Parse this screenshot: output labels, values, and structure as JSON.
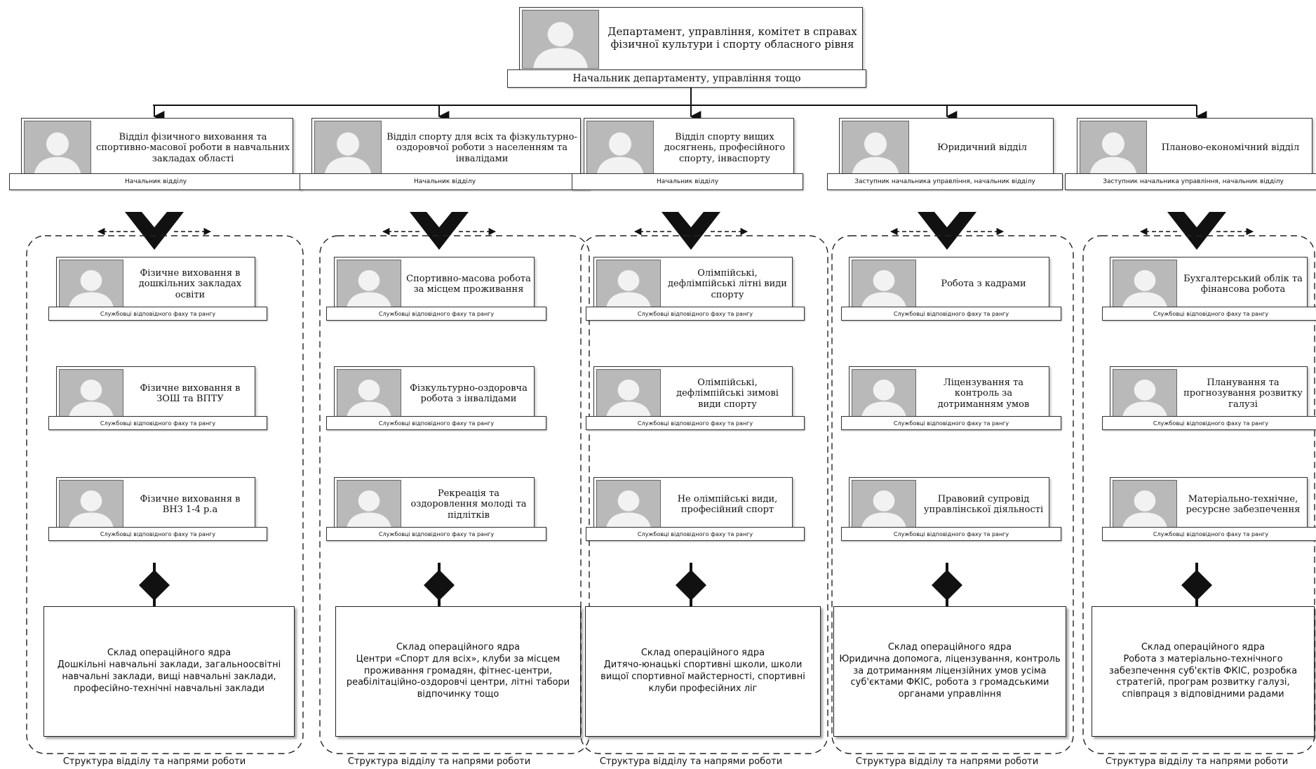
{
  "top": {
    "title": "Департамент, управління, комітет в справах фізичної культури і спорту обласного рівня",
    "role": "Начальник департаменту, управління тощо"
  },
  "columns": [
    {
      "head": {
        "title": "Відділ фізичного виховання та спортивно-масової роботи в навчальних закладах області",
        "role": "Начальник відділу"
      },
      "units": [
        {
          "title": "Фізичне виховання в дошкільних закладах освіти",
          "role": "Службовці відповідного фаху та рангу"
        },
        {
          "title": "Фізичне виховання в ЗОШ та ВПТУ",
          "role": "Службовці відповідного фаху та рангу"
        },
        {
          "title": "Фізичне виховання в ВНЗ 1-4 р.а",
          "role": "Службовці відповідного фаху та рангу"
        }
      ],
      "core": {
        "title": "Склад операційного ядра",
        "text": "Дошкільні навчальні заклади, загальноосвітні навчальні заклади, вищі навчальні заклади, професійно-технічні навчальні заклади"
      },
      "caption": "Структура відділу та напрями роботи"
    },
    {
      "head": {
        "title": "Відділ спорту для всіх та фізкультурно-оздоровчої роботи з населенням та інвалідами",
        "role": "Начальник відділу"
      },
      "units": [
        {
          "title": "Спортивно-масова робота за місцем проживання",
          "role": "Службовці відповідного фаху та рангу"
        },
        {
          "title": "Фізкультурно-оздоровча робота з інвалідами",
          "role": "Службовці відповідного фаху та рангу"
        },
        {
          "title": "Рекреація та оздоровлення молоді та підлітків",
          "role": "Службовці відповідного фаху та рангу"
        }
      ],
      "core": {
        "title": "Склад операційного ядра",
        "text": "Центри «Спорт для всіх», клуби за місцем проживання громадян, фітнес-центри, реабілітаційно-оздоровчі центри, літні табори відпочинку тощо"
      },
      "caption": "Структура відділу та напрями роботи"
    },
    {
      "head": {
        "title": "Відділ спорту вищих досягнень, професійного спорту, інваспорту",
        "role": "Начальник відділу"
      },
      "units": [
        {
          "title": "Олімпійські, дефлімпійські літні види спорту",
          "role": "Службовці відповідного фаху та рангу"
        },
        {
          "title": "Олімпійські, дефлімпійські зимові види спорту",
          "role": "Службовці відповідного фаху та рангу"
        },
        {
          "title": "Не олімпійські види, професійний спорт",
          "role": "Службовці відповідного фаху та рангу"
        }
      ],
      "core": {
        "title": "Склад операційного ядра",
        "text": "Дитячо-юнацькі спортивні школи, школи вищої спортивної майстерності, спортивні клуби професійних ліг"
      },
      "caption": "Структура відділу та напрями роботи"
    },
    {
      "head": {
        "title": "Юридичний відділ",
        "role": "Заступник начальника управління, начальник відділу"
      },
      "units": [
        {
          "title": "Робота з кадрами",
          "role": "Службовці відповідного фаху та рангу"
        },
        {
          "title": "Ліцензування та контроль за дотриманням умов",
          "role": "Службовці відповідного фаху та рангу"
        },
        {
          "title": "Правовий супровід управлінської діяльності",
          "role": "Службовці відповідного фаху та рангу"
        }
      ],
      "core": {
        "title": "Склад операційного ядра",
        "text": "Юридична допомога, ліцензування, контроль за дотриманням ліцензійних умов усіма суб'єктами ФКІС, робота з громадськими органами управління"
      },
      "caption": "Структура відділу та напрями роботи"
    },
    {
      "head": {
        "title": "Планово-економічний відділ",
        "role": "Заступник начальника управління, начальник відділу"
      },
      "units": [
        {
          "title": "Бухгалтерський облік та фінансова робота",
          "role": "Службовці відповідного фаху та рангу"
        },
        {
          "title": "Планування та прогнозування розвитку галузі",
          "role": "Службовці відповідного фаху та рангу"
        },
        {
          "title": "Матеріально-технічне, ресурсне забезпечення",
          "role": "Службовці відповідного фаху та рангу"
        }
      ],
      "core": {
        "title": "Склад операційного ядра",
        "text": "Робота з матеріально-технічного забезпечення суб'єктів ФКІС, розробка стратегій, програм розвитку галузі, співпраця з відповідними радами"
      },
      "caption": "Структура відділу та напрями роботи"
    }
  ]
}
